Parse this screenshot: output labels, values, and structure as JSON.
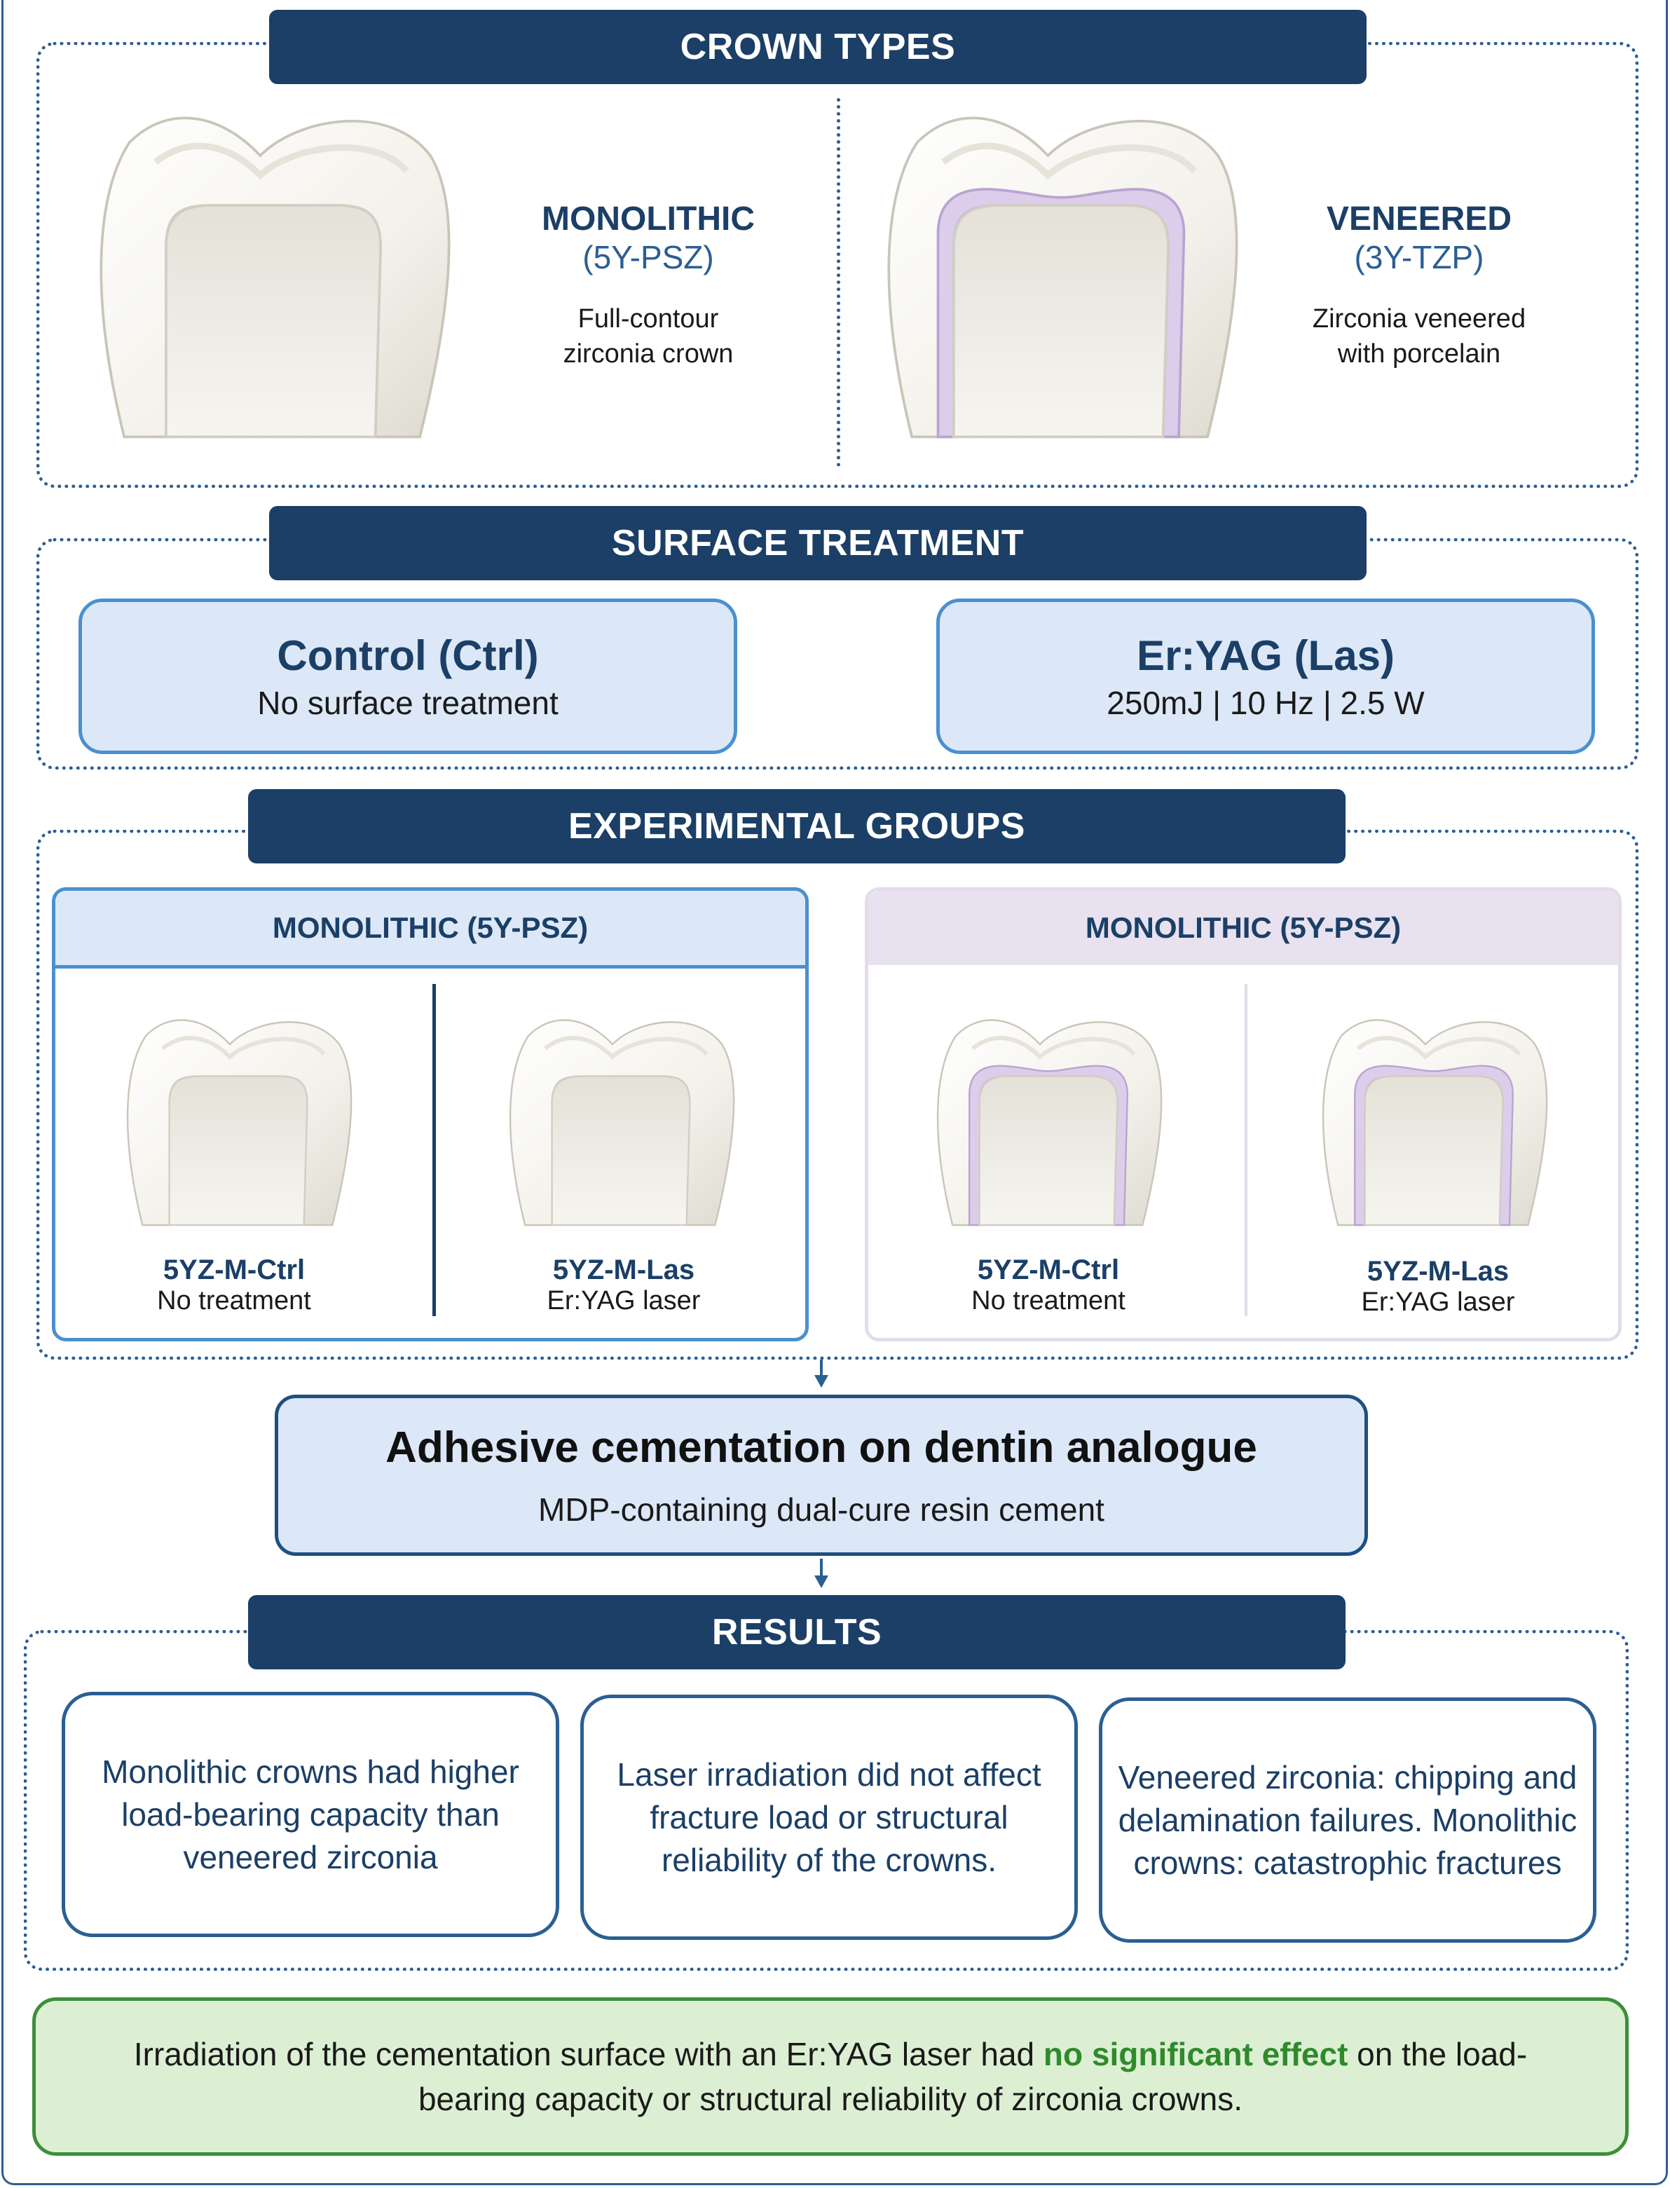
{
  "crown_types": {
    "header": "CROWN TYPES",
    "monolithic": {
      "title": "MONOLITHIC",
      "material": "(5Y-PSZ)",
      "desc_line1": "Full-contour",
      "desc_line2": "zirconia crown"
    },
    "veneered": {
      "title": "VENEERED",
      "material": "(3Y-TZP)",
      "desc_line1": "Zirconia veneered",
      "desc_line2": "with porcelain"
    }
  },
  "surface_treatment": {
    "header": "SURFACE TREATMENT",
    "control": {
      "title": "Control (Ctrl)",
      "desc": "No surface treatment"
    },
    "laser": {
      "title": "Er:YAG (Las)",
      "desc": "250mJ | 10 Hz | 2.5 W"
    }
  },
  "experimental_groups": {
    "header": "EXPERIMENTAL GROUPS",
    "left_panel": {
      "title": "MONOLITHIC (5Y-PSZ)",
      "groups": [
        {
          "label": "5YZ-M-Ctrl",
          "desc": "No treatment"
        },
        {
          "label": "5YZ-M-Las",
          "desc": "Er:YAG laser"
        }
      ]
    },
    "right_panel": {
      "title": "MONOLITHIC (5Y-PSZ)",
      "groups": [
        {
          "label": "5YZ-M-Ctrl",
          "desc": "No treatment"
        },
        {
          "label": "5YZ-M-Las",
          "desc": "Er:YAG laser"
        }
      ]
    }
  },
  "cementation": {
    "title": "Adhesive cementation on dentin analogue",
    "desc": "MDP-containing dual-cure resin cement"
  },
  "results": {
    "header": "RESULTS",
    "items": [
      "Monolithic crowns had higher load-bearing capacity than veneered zirconia",
      "Laser irradiation did not affect fracture load or structural reliability of the crowns.",
      "Veneered zirconia: chipping and delamination failures. Monolithic crowns: catastrophic fractures"
    ]
  },
  "conclusion": {
    "part1": "Irradiation of the cementation surface with an Er:YAG laser had ",
    "highlight": "no significant effect",
    "part2": " on the load-bearing capacity or structural reliability of zirconia crowns."
  },
  "colors": {
    "navy": "#1b3f66",
    "accent_blue": "#4a90d0",
    "light_blue": "#dce8f7",
    "lavender": "#e8e1ef",
    "green_border": "#3c8f3a",
    "green_fill": "#dcefd3"
  }
}
